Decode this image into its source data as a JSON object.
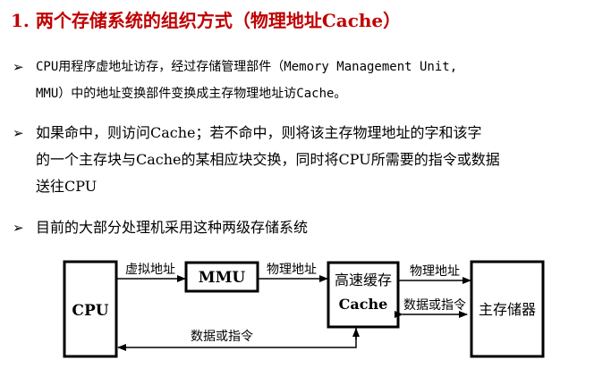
{
  "title": "1. 两个存储系统的组织方式（物理地址Cache）",
  "bullets": [
    {
      "lines": [
        "CPU用程序虚地址访存，经过存储管理部件（Memory Management Unit,",
        "MMU）中的地址变换部件变换成主存物理地址访Cache。"
      ]
    },
    {
      "lines": [
        "如果命中，则访问Cache；若不命中，则将该主存物理地址的字和该字",
        "的一个主存块与Cache的某相应块交换，同时将CPU所需要的指令或数据",
        "送往CPU"
      ]
    },
    {
      "lines": [
        "目前的大部分处理机采用这种两级存储系统"
      ]
    }
  ],
  "diagram": {
    "cpu": "CPU",
    "mmu": "MMU",
    "cache_line1": "高速缓存",
    "cache_line2": "Cache",
    "main_memory": "主存储器",
    "arrow_virtual_address": "虚拟地址",
    "arrow_physical_address_1": "物理地址",
    "arrow_physical_address_2": "物理地址",
    "arrow_data_or_instruction_1": "数据或指令",
    "arrow_data_or_instruction_2": "数据或指令"
  }
}
